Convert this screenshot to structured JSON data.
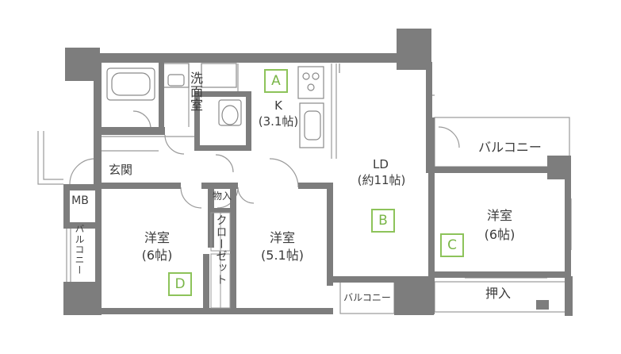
{
  "rooms": {
    "washroom": "洗面室",
    "kitchen_name": "K",
    "kitchen_size": "(3.1帖)",
    "ld_name": "LD",
    "ld_size": "(約11帖)",
    "balcony_right": "バルコニー",
    "entrance": "玄関",
    "mb": "MB",
    "balcony_left": "バルコニー",
    "western_d_name": "洋室",
    "western_d_size": "(6帖)",
    "storage_small": "物入",
    "closet": "クローゼット",
    "western_mid_name": "洋室",
    "western_mid_size": "(5.1帖)",
    "western_c_name": "洋室",
    "western_c_size": "(6帖)",
    "oshiire": "押入",
    "balcony_bottom": "バルコニー"
  },
  "markers": {
    "a": "A",
    "b": "B",
    "c": "C",
    "d": "D"
  },
  "colors": {
    "wall": "#7d7d7d",
    "line": "#9a9a9a",
    "marker": "#8dc35a"
  }
}
